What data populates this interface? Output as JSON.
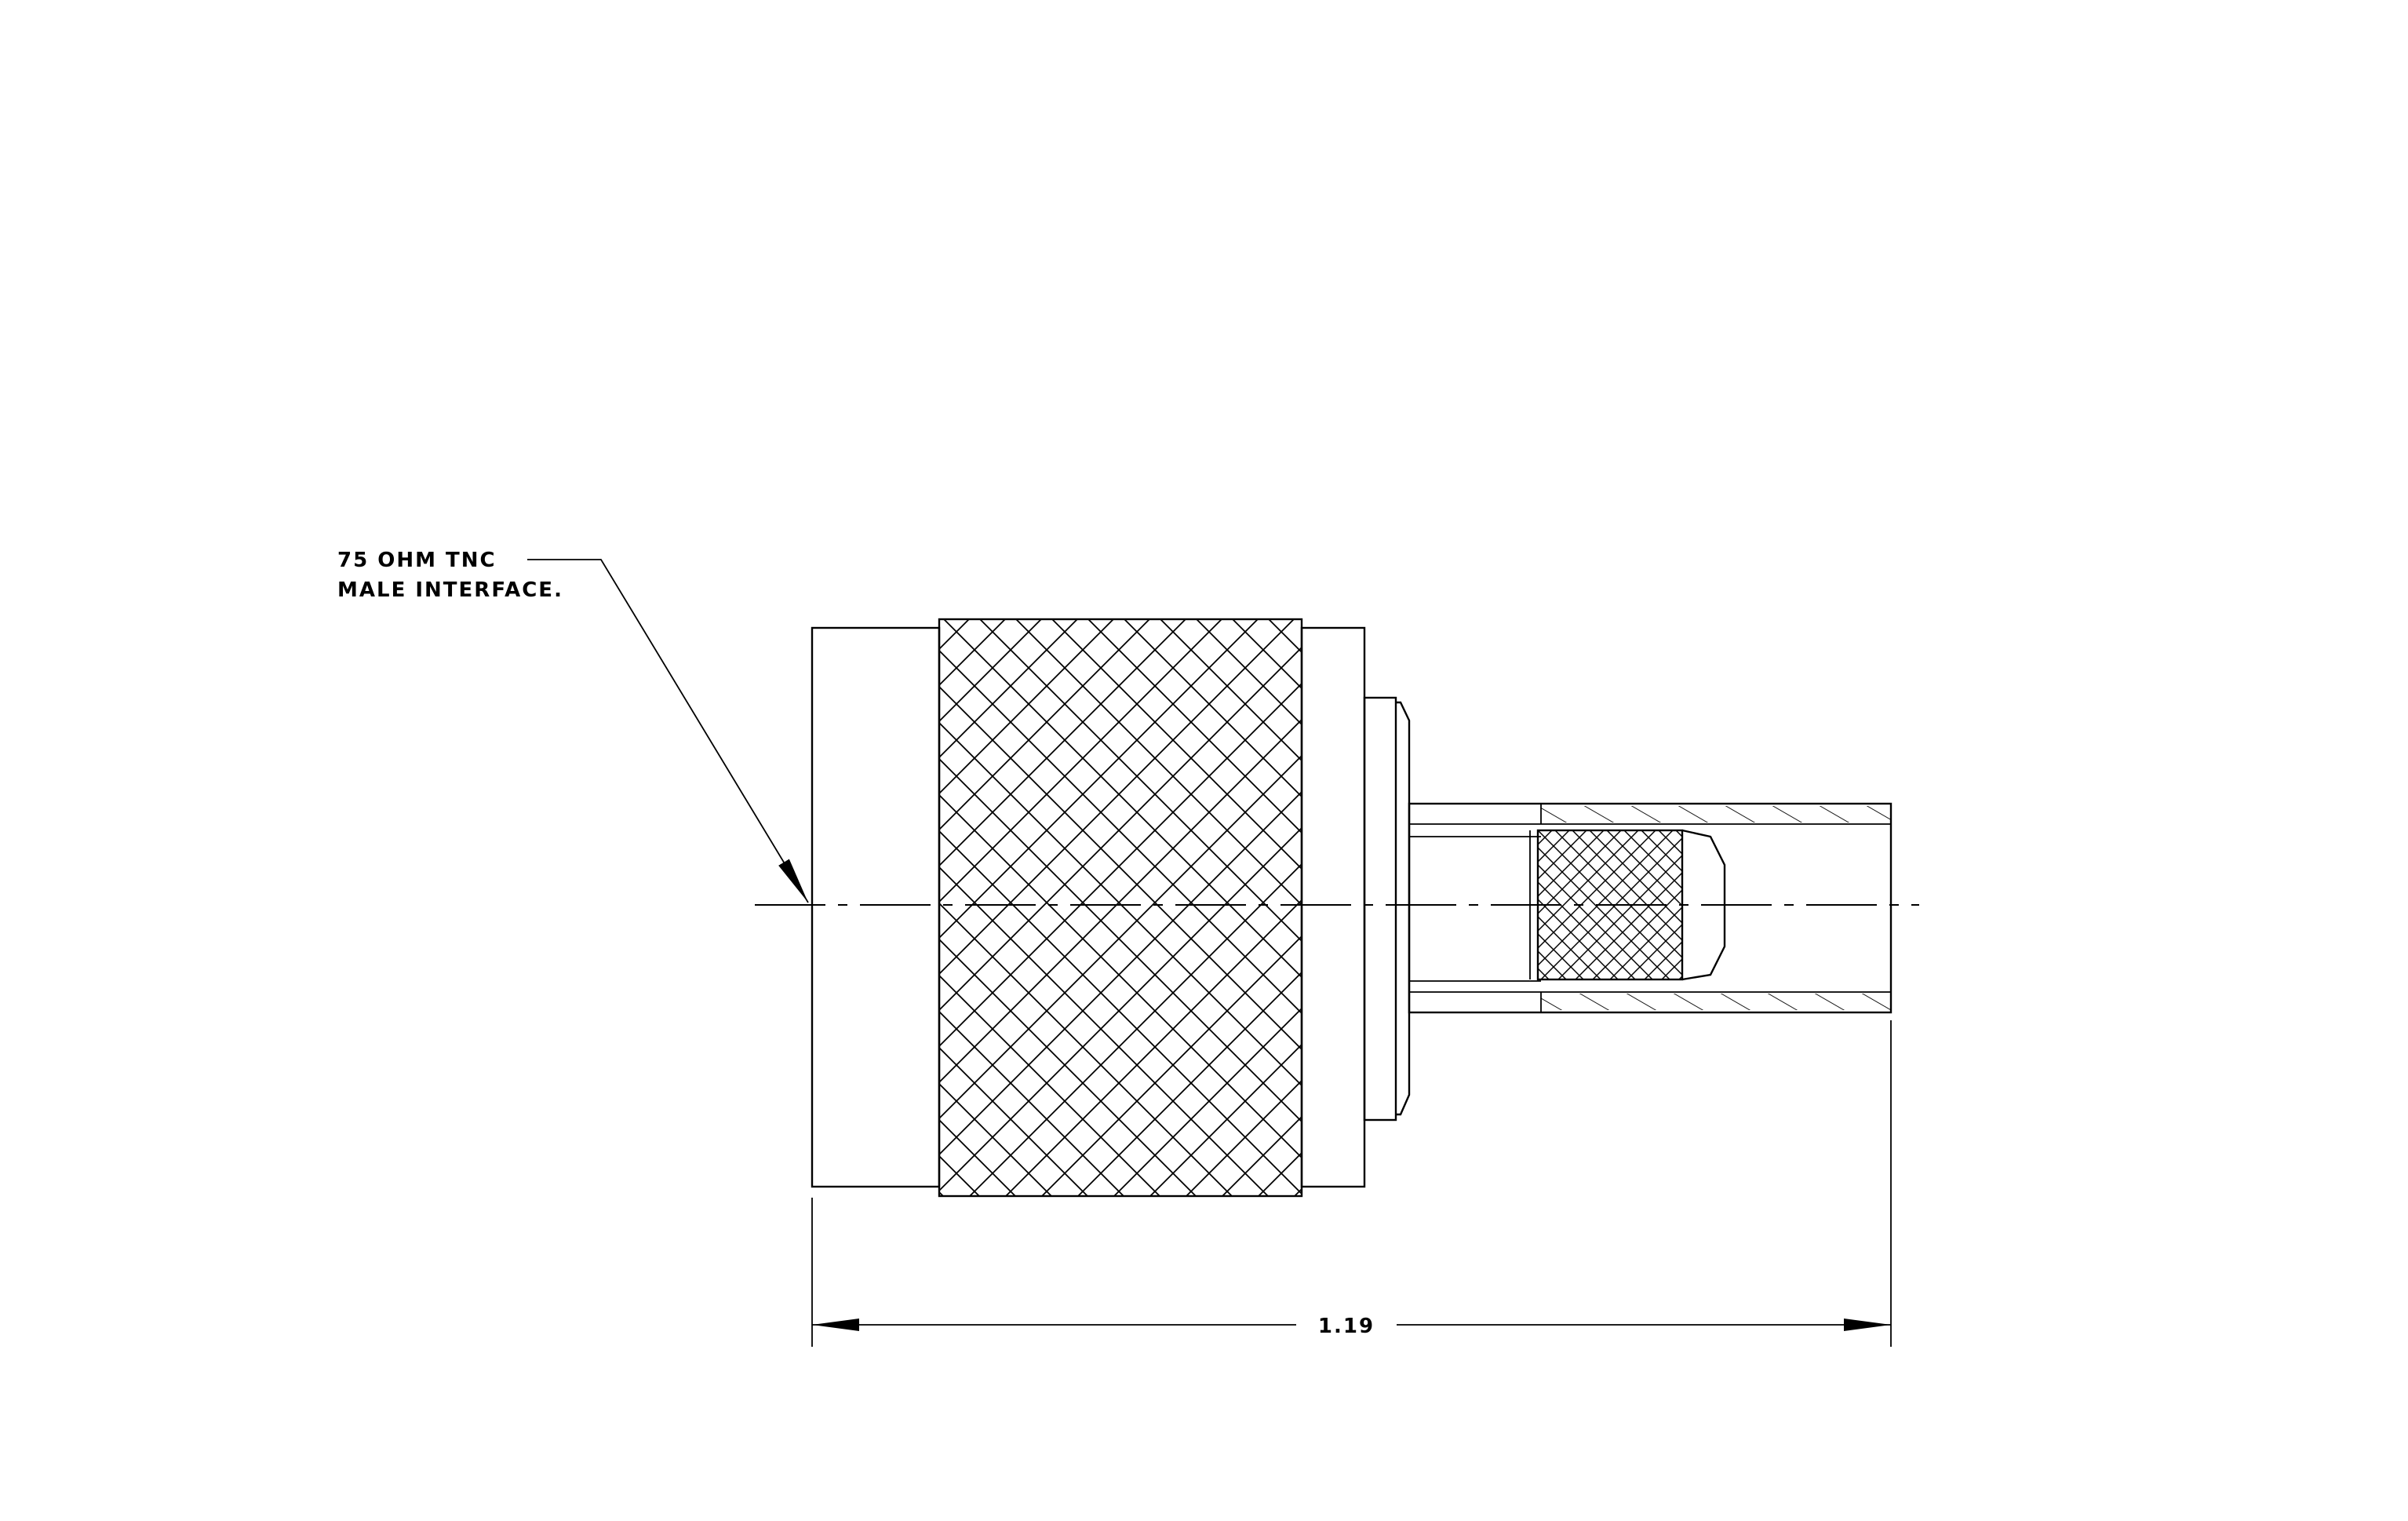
{
  "callout": {
    "line1": "75 OHM TNC",
    "line2": "MALE INTERFACE."
  },
  "dimension": {
    "overall_length": "1.19"
  }
}
